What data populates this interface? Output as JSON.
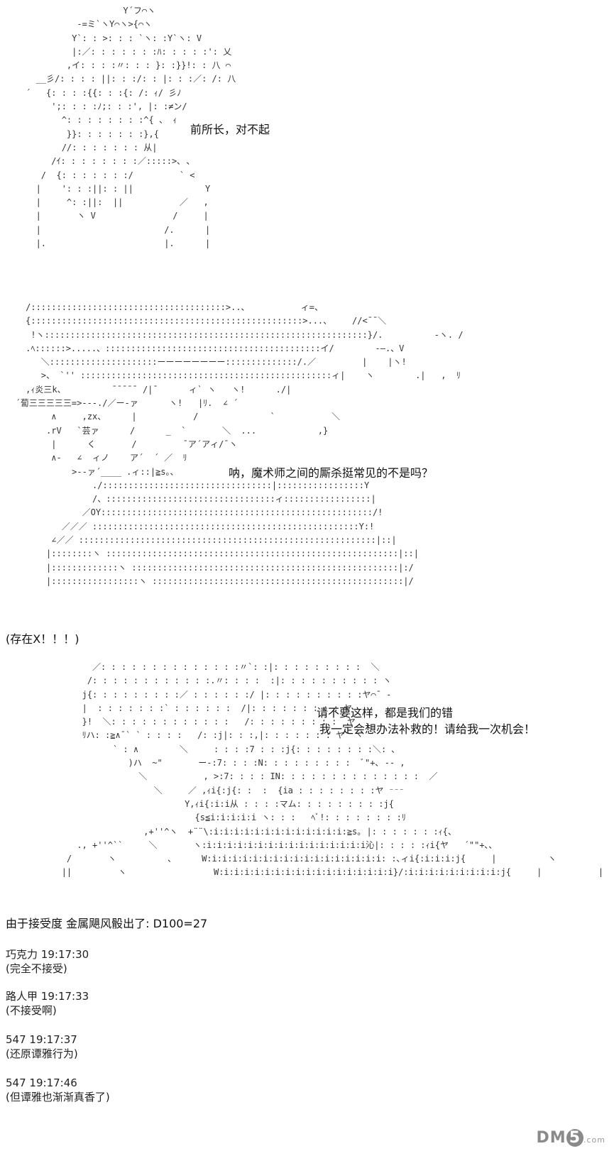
{
  "art": {
    "block1": "                        Y´フ⌒ヽ\n               -=ミ`ヽY⌒ヽ>{⌒ヽ\n              Y`: : >: : : `ヽ: :Y`ヽ: V\n              |:／: : : : : : :ﾊ: : : : :': 乂\n             ,イ: : : :〃: : : }: :}}!: : 八 ⌒\n       __彡/: : : : ||: : :/: : |: : :／: /: 八\n     ´   {: : : :{{: : :{: /: ｨ/ 彡ﾉ\n          ';: : : :ﾉ;: : :', |: :≠ン/\n            ^: : : : : : : :^{ 、 ｨ\n             }}: : : : : : :},{\n            //: : : : : : : 从|\n          /ｲ: : : : : : : :／:::::>､ 、\n        /  {: : : : : : :/         ` <\n       |    ': : :||: : ||              Y\n       |     ^: :||:  ||           ／   ,\n       |       ヽ V               /     |\n       |                        /.      |\n       |.                       |.      |",
    "block2": "     /::::::::::::::::::::::::::::::::::::::>..、          ィ=、\n     {:::::::::::::::::::::::::::::::::::::::::::::::::::::>...、    //<¯¯＼\n      !ヽ:::::::::::::::::::::::::::::::::::::::::::::::::::::::::::::::}/.          -ヽ. /\n     .ﾍ::::::>.....、::::::::::::::::::::::::::::::::::::::::::イ/        ‐―.、V\n        ＼:::::::::::::::::::::ーーーーーーーー::::::::::::::/.／         |    |ヽ!\n        >、 `'' :::::::::::::::::::::::::::::::::::::::::::::::::ィ|    ヽ        .|   ,  ﾘ\n     ,ｨ炎三k、         ̄ ̄ ̄ ̄ ̄  /|¯      ィ` ヽ   ヽ!      ./|\n   ´蔔三三三三三=>---./／ー‐ァ      ヽ!   |ﾘ.  ∠ ´\n          ∧     ,zx、     |           /              `           ＼\n         .rV   `芸ァ      /      _  `       ＼  ...            ,}\n          |      く       /         ¯ア´アィ/¯ヽ\n          ∧-   ∠  ィノ    ア´  ´ ／  ﾘ\n              >--ァ´____ .ィ::|≧s｡、\n                  ./:::::::::::::::::::::::::::::::::|:::::::::::::::::Y\n                  /、:::::::::::::::::::::::::::::::::ィ:::::::::::::::::|\n                ／OY:::::::::::::::::::::::::::::::::::::::::::::::::::::/!\n            ／／／ ::::::::::::::::::::::::::::::::::::::::::::::::::::Y:!\n          ∠／／ ::::::::::::::::::::::::::::::::::::::::::::::::::::::::::|::|\n         |::::::::ヽ :::::::::::::::::::::::::::::::::::::::::::::::::::::::::|::|\n         |:::::::::::::ヽ ::::::::::::::::::::::::::::::::::::::::::::::::::::|:/\n         |:::::::::::::::::ヽ :::::::::::::::::::::::::::::::::::::::::::::::::|/",
    "block3": "                  ／: : : : : : : : : : : : : :〃`: :|: : : : : : : : :  ＼\n                 /: : : : : : : : : : : :.〃: : : :  :|: : : : : : : : : : ヽ\n                j{: : : : : : : : :／ : : : : : :/ |: : : : : : : : : :ヤ⌒¯ -\n                |  : : : : : : :` : : : : : :  /|: : : : : : : : : ヤ\n                }!  ＼: : : : : : : : : : : :   /: : : : : : : : :  ヤ  、\n                ﾘハ: :≧∧¯` ` : : : :   /: :j|: : :,|: : : : : : : ヤ  ヽ\n                      ` : ∧        ＼     : : : :7 : : :j{: : : : : : : :＼: ､\n                         )ハ  ~\"       ー‐:7: : : :N: : : : : : : : :  ﾞ\"+､ -- ,\n                           ＼           , >:7: : : : IN: : : : : : : : : : : : : :  ／\n                              ＼     ／ ,ｨi{:j{: :  :  {ia : : : : : : : :ヤ ⁻⁻⁻\n                                    Y,ｨi{:i:i从 : : : :マム: : : : : : : : :j{\n                                      {s≦i:i:i:i:i ヽ: : :   ﾍﾞ!: : : : : : : :ﾘ\n                            ,+''^ヽ  +¨¨\\:i:i:i:i:i:i:i:i:i:i:i:i:i:≧s｡ |: : : : : : :ｨ{、\n               ., +''^``     ＼       ヽ:i:i:i:i:i:i:i:i:i:i:i:i:i:i:i:i沁|: : : : :ｨi{ヤ   ´\"\"+､､\n             /       ヽ          、     W:i:i:i:i:i:i:i:i:i:i:i:i:i:i:i:i:i: :､ィi{:i:i:i:j{     |          ヽ\n            ||         ヽ                 W:i:i:i:i:i:i:i:i:i:i:i:i:i:i:i:i:i}/:i:i:i:i:i:i:i:i:i:j{     |           |"
  },
  "dialogs": {
    "line1": "前所长，对不起",
    "line2": "呐，魔术师之间的厮杀挺常见的不是吗？",
    "line3": "(存在X！！！)",
    "line4a": "请不要这样，都是我们的错",
    "line4b": "我一定会想办法补救的！请给我一次机会！",
    "line5": "由于接受度 金属飓风骰出了: D100=27"
  },
  "comments": [
    {
      "author": "巧克力",
      "time": "19:17:30",
      "text": "(完全不接受)"
    },
    {
      "author": "路人甲",
      "time": "19:17:33",
      "text": "(不接受啊)"
    },
    {
      "author": "547",
      "time": "19:17:37",
      "text": "(还原谭雅行为)"
    },
    {
      "author": "547",
      "time": "19:17:46",
      "text": "(但谭雅也渐渐真香了)"
    }
  ],
  "watermark": {
    "prefix": "DM",
    "num": "5",
    "suffix": ".com"
  }
}
